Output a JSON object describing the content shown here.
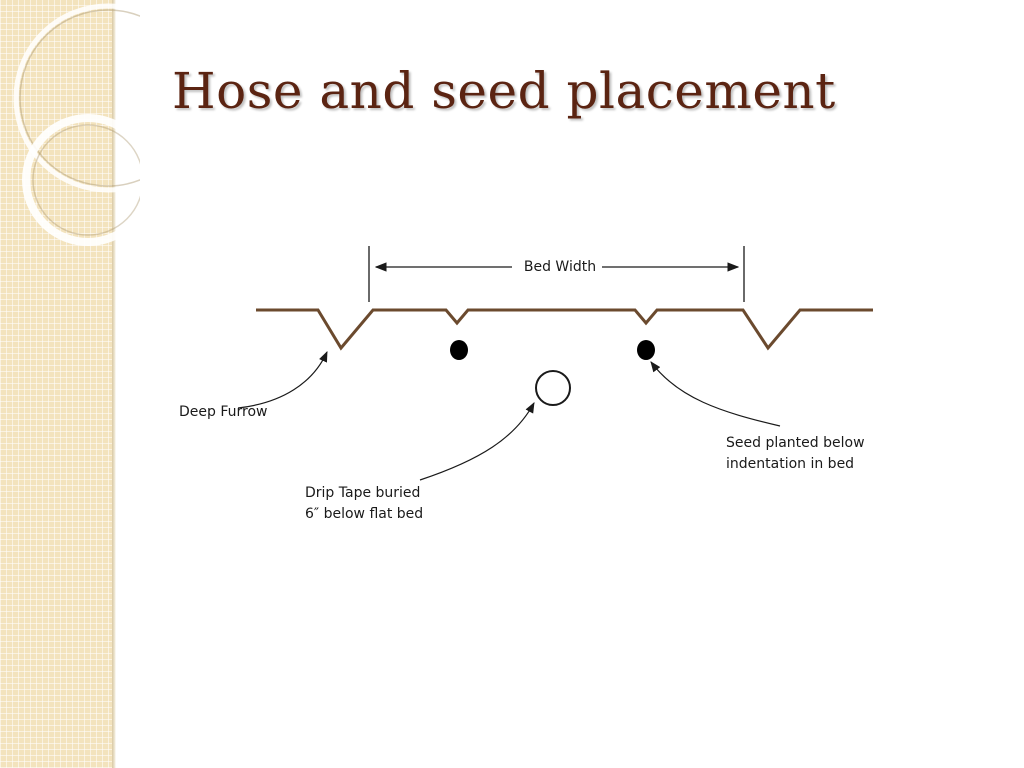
{
  "slide": {
    "title": "Hose and seed placement"
  },
  "diagram": {
    "bed_width_label": "Bed Width",
    "deep_furrow_label": "Deep Furrow",
    "drip_tape_label_line1": "Drip Tape buried",
    "drip_tape_label_line2": "6″ below flat bed",
    "seed_label_line1": "Seed planted below",
    "seed_label_line2": "indentation in bed"
  },
  "colors": {
    "title": "#5b2412",
    "soil_line": "#6b4a2e",
    "side_panel": "#f3e3bd"
  }
}
